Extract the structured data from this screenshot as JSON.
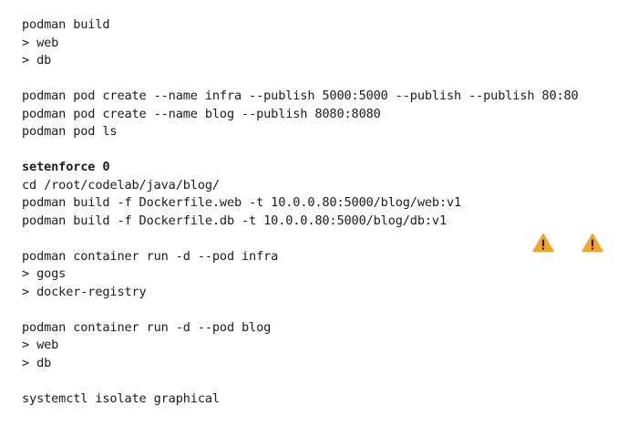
{
  "blocks": [
    {
      "lines": [
        {
          "text": "podman build",
          "bold": false
        },
        {
          "text": "> web",
          "bold": false
        },
        {
          "text": "> db",
          "bold": false
        }
      ]
    },
    {
      "lines": [
        {
          "text": "podman pod create --name infra --publish 5000:5000 --publish --publish 80:80",
          "bold": false
        },
        {
          "text": "podman pod create --name blog --publish 8080:8080",
          "bold": false
        },
        {
          "text": "podman pod ls",
          "bold": false
        }
      ]
    },
    {
      "lines": [
        {
          "text": "setenforce 0",
          "bold": true
        },
        {
          "text": "cd /root/codelab/java/blog/",
          "bold": false
        },
        {
          "text": "podman build -f Dockerfile.web -t 10.0.0.80:5000/blog/web:v1",
          "bold": false
        },
        {
          "text": "podman build -f Dockerfile.db -t 10.0.0.80:5000/blog/db:v1",
          "bold": false
        }
      ]
    },
    {
      "lines": [
        {
          "text": "podman container run -d --pod infra",
          "bold": false
        },
        {
          "text": "> gogs",
          "bold": false
        },
        {
          "text": "> docker-registry",
          "bold": false
        }
      ]
    },
    {
      "lines": [
        {
          "text": "podman container run -d --pod blog",
          "bold": false
        },
        {
          "text": "> web",
          "bold": false
        },
        {
          "text": "> db",
          "bold": false
        }
      ]
    },
    {
      "lines": [
        {
          "text": "systemctl isolate graphical",
          "bold": false
        }
      ]
    }
  ],
  "icons": [
    {
      "name": "warning-icon",
      "color": "#f5a623"
    },
    {
      "name": "warning-icon",
      "color": "#f5a623"
    }
  ],
  "colors": {
    "text": "#1c1c1c",
    "background": "#ffffff",
    "warning": "#f5a623"
  }
}
